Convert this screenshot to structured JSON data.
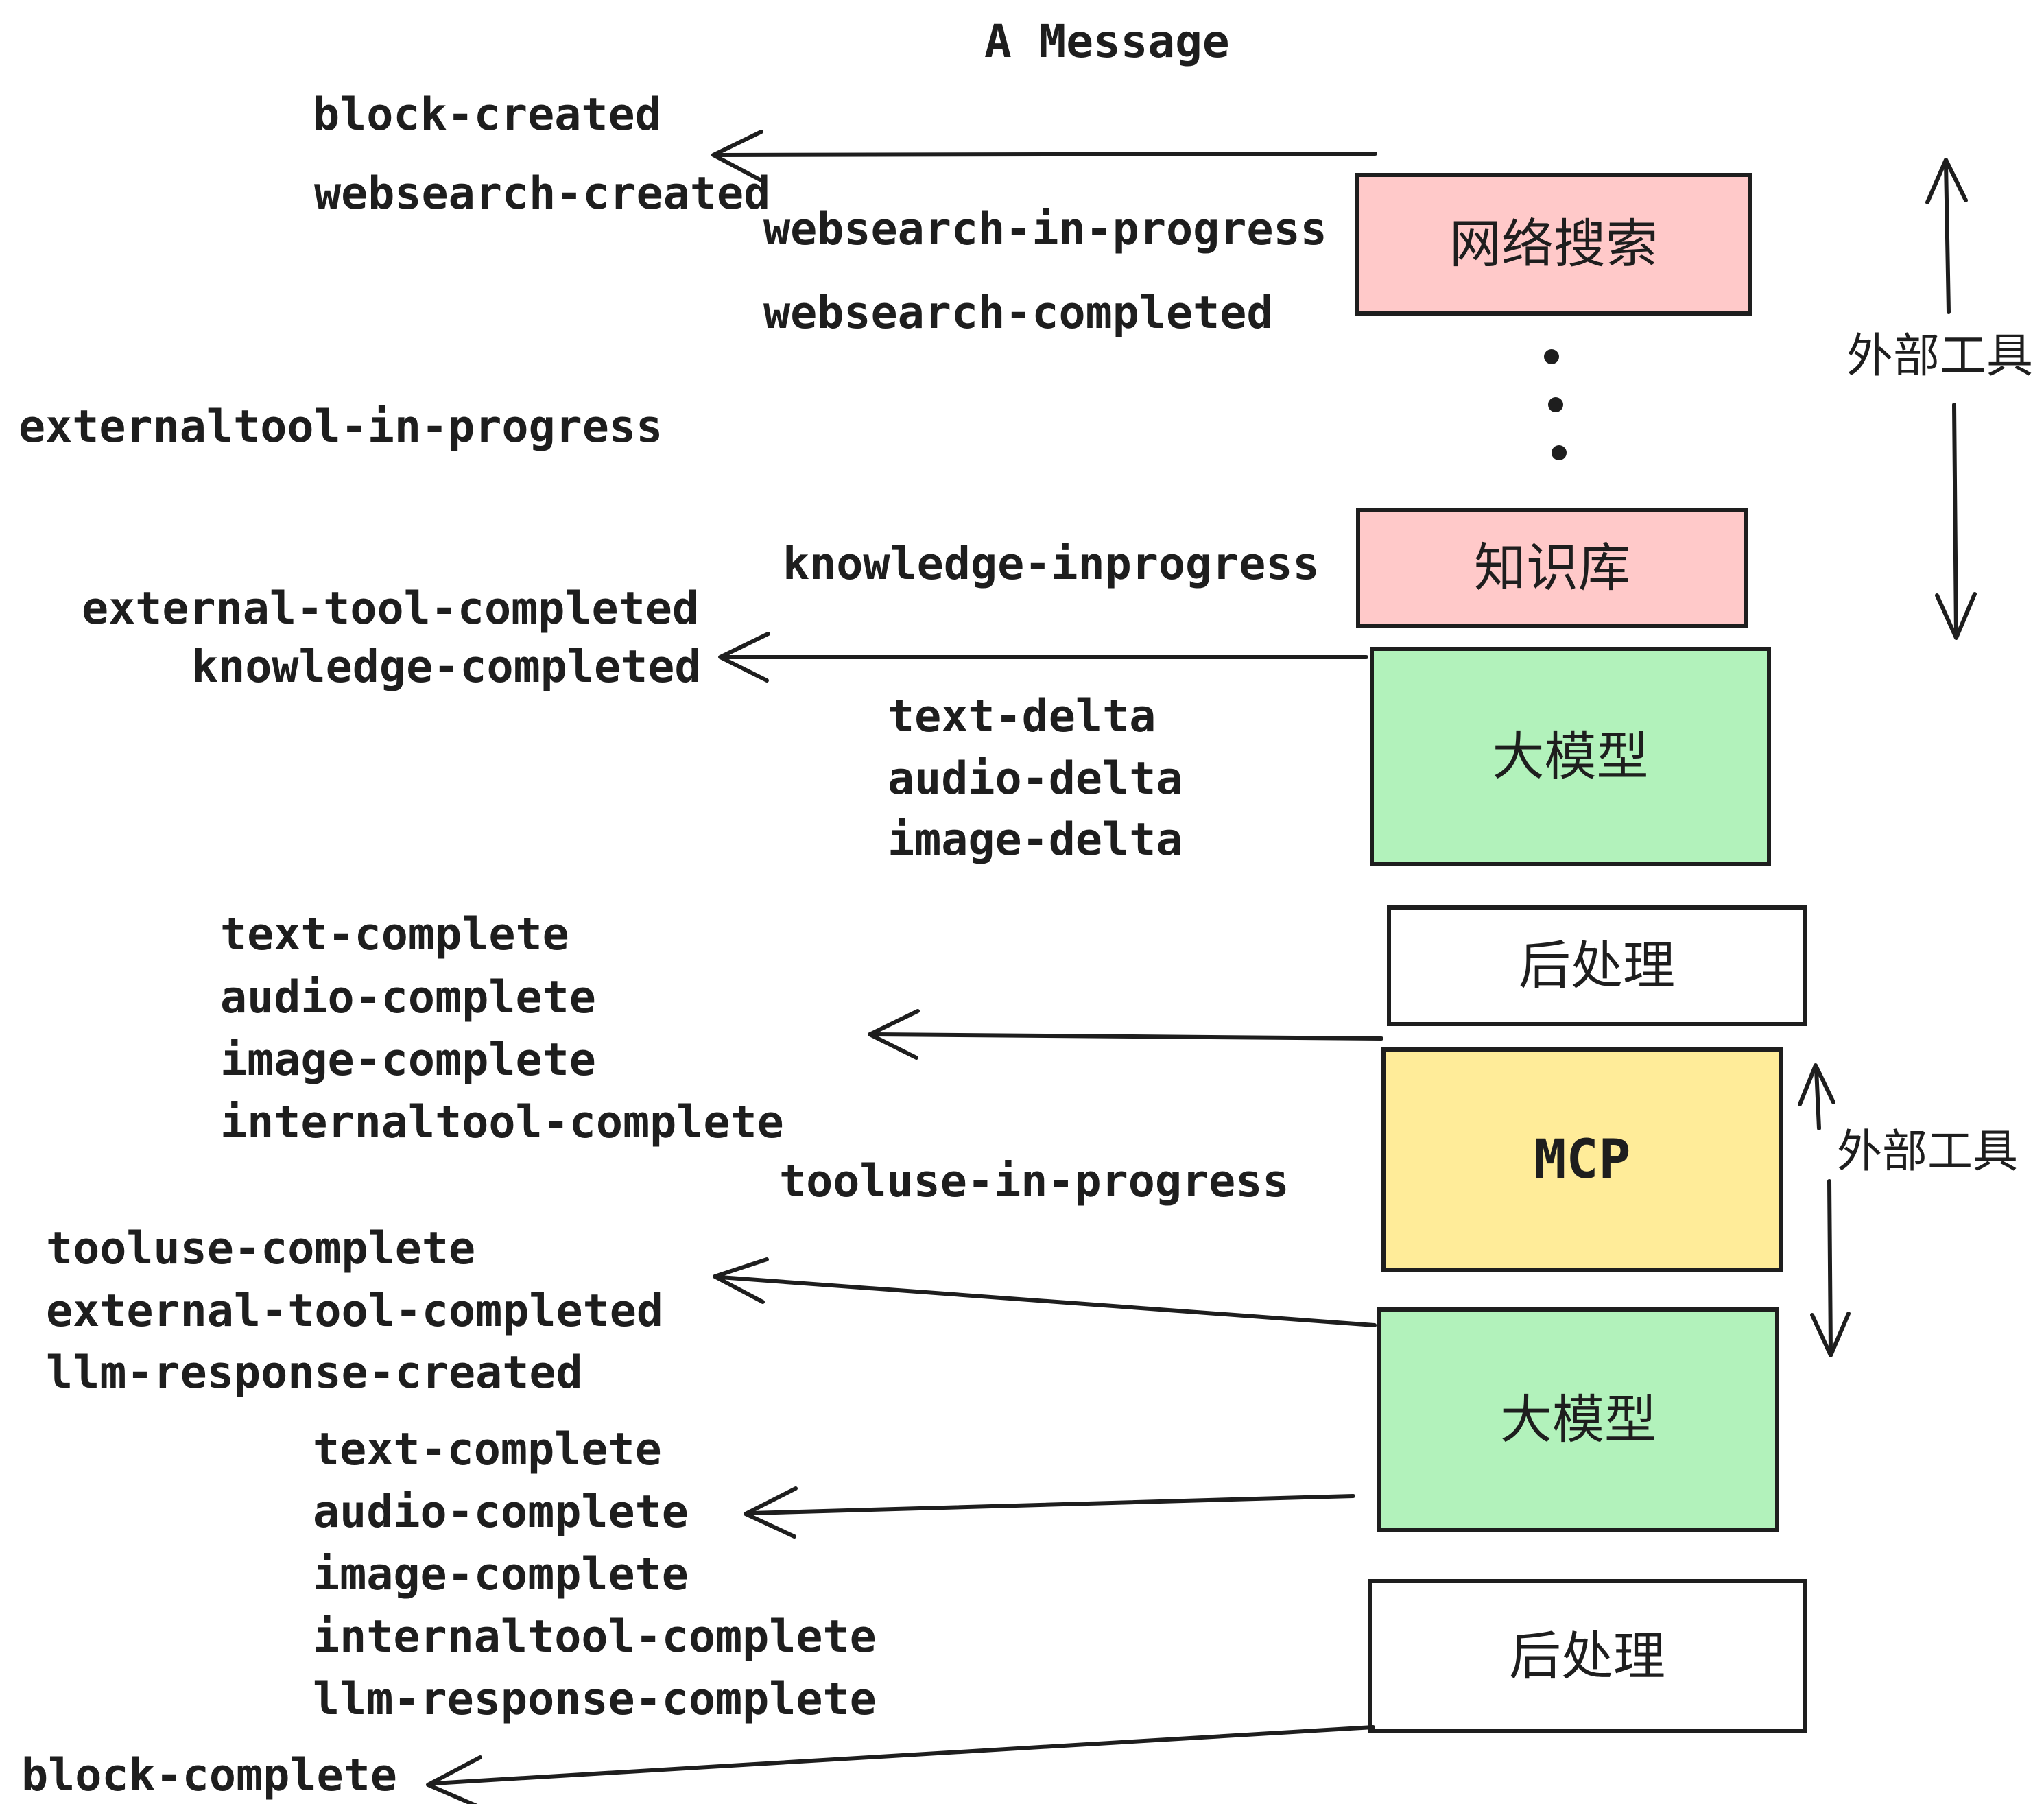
{
  "title": "A Message",
  "colors": {
    "ink": "#1e1e1e",
    "background": "#ffffff",
    "external_tool_box": "#ffc9c9",
    "llm_box": "#b2f2bb",
    "mcp_box": "#ffec99",
    "post_process_box": "#ffffff"
  },
  "events": [
    {
      "label": "block-created"
    },
    {
      "label": "websearch-created"
    },
    {
      "label": "websearch-in-progress"
    },
    {
      "label": "websearch-completed"
    },
    {
      "label": "externaltool-in-progress"
    },
    {
      "label": "knowledge-inprogress"
    },
    {
      "label": "external-tool-completed"
    },
    {
      "label": "knowledge-completed"
    },
    {
      "label": "text-delta"
    },
    {
      "label": "audio-delta"
    },
    {
      "label": "image-delta"
    },
    {
      "label": "text-complete"
    },
    {
      "label": "audio-complete"
    },
    {
      "label": "image-complete"
    },
    {
      "label": "internaltool-complete"
    },
    {
      "label": "tooluse-in-progress"
    },
    {
      "label": "tooluse-complete"
    },
    {
      "label": "external-tool-completed"
    },
    {
      "label": "llm-response-created"
    },
    {
      "label": "text-complete"
    },
    {
      "label": "audio-complete"
    },
    {
      "label": "image-complete"
    },
    {
      "label": "internaltool-complete"
    },
    {
      "label": "llm-response-complete"
    },
    {
      "label": "block-complete"
    }
  ],
  "boxes": [
    {
      "id": "websearch",
      "label": "网络搜索",
      "color": "#ffc9c9"
    },
    {
      "id": "knowledge",
      "label": "知识库",
      "color": "#ffc9c9"
    },
    {
      "id": "llm-1",
      "label": "大模型",
      "color": "#b2f2bb"
    },
    {
      "id": "post-process-1",
      "label": "后处理",
      "color": "#ffffff"
    },
    {
      "id": "mcp",
      "label": "MCP",
      "color": "#ffec99"
    },
    {
      "id": "llm-2",
      "label": "大模型",
      "color": "#b2f2bb"
    },
    {
      "id": "post-process-2",
      "label": "后处理",
      "color": "#ffffff"
    }
  ],
  "side_labels": [
    {
      "label": "外部工具"
    },
    {
      "label": "外部工具"
    }
  ]
}
